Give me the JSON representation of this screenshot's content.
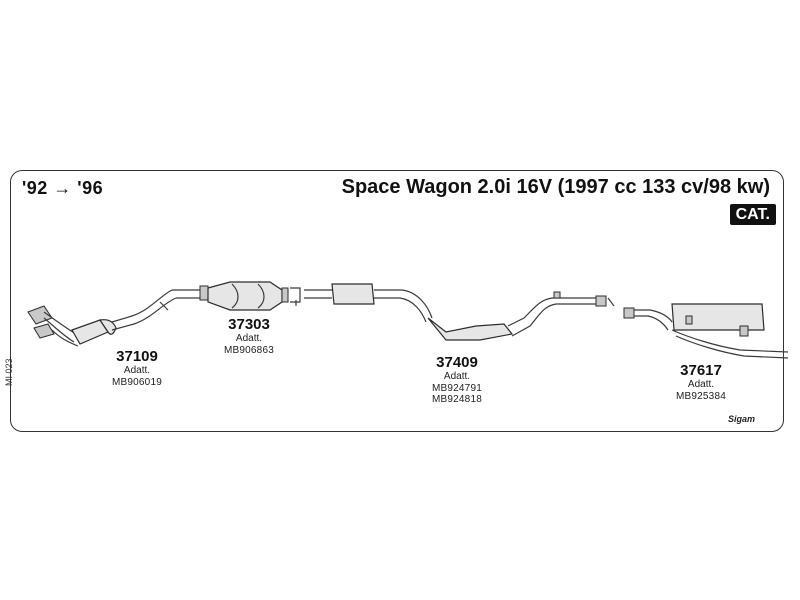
{
  "header": {
    "years": "'92 → '96",
    "title": "Space Wagon 2.0i 16V (1997 cc 133 cv/98 kw)",
    "badge": "CAT."
  },
  "side_code": "MI 023",
  "brand": "Sigam",
  "parts": [
    {
      "number": "37109",
      "label": "Adatt.",
      "refs": [
        "MB906019"
      ]
    },
    {
      "number": "37303",
      "label": "Adatt.",
      "refs": [
        "MB906863"
      ]
    },
    {
      "number": "37409",
      "label": "Adatt.",
      "refs": [
        "MB924791",
        "MB924818"
      ]
    },
    {
      "number": "37617",
      "label": "Adatt.",
      "refs": [
        "MB925384"
      ]
    }
  ],
  "colors": {
    "line": "#333333",
    "fill": "#e6e6e6",
    "badge_bg": "#111111"
  }
}
